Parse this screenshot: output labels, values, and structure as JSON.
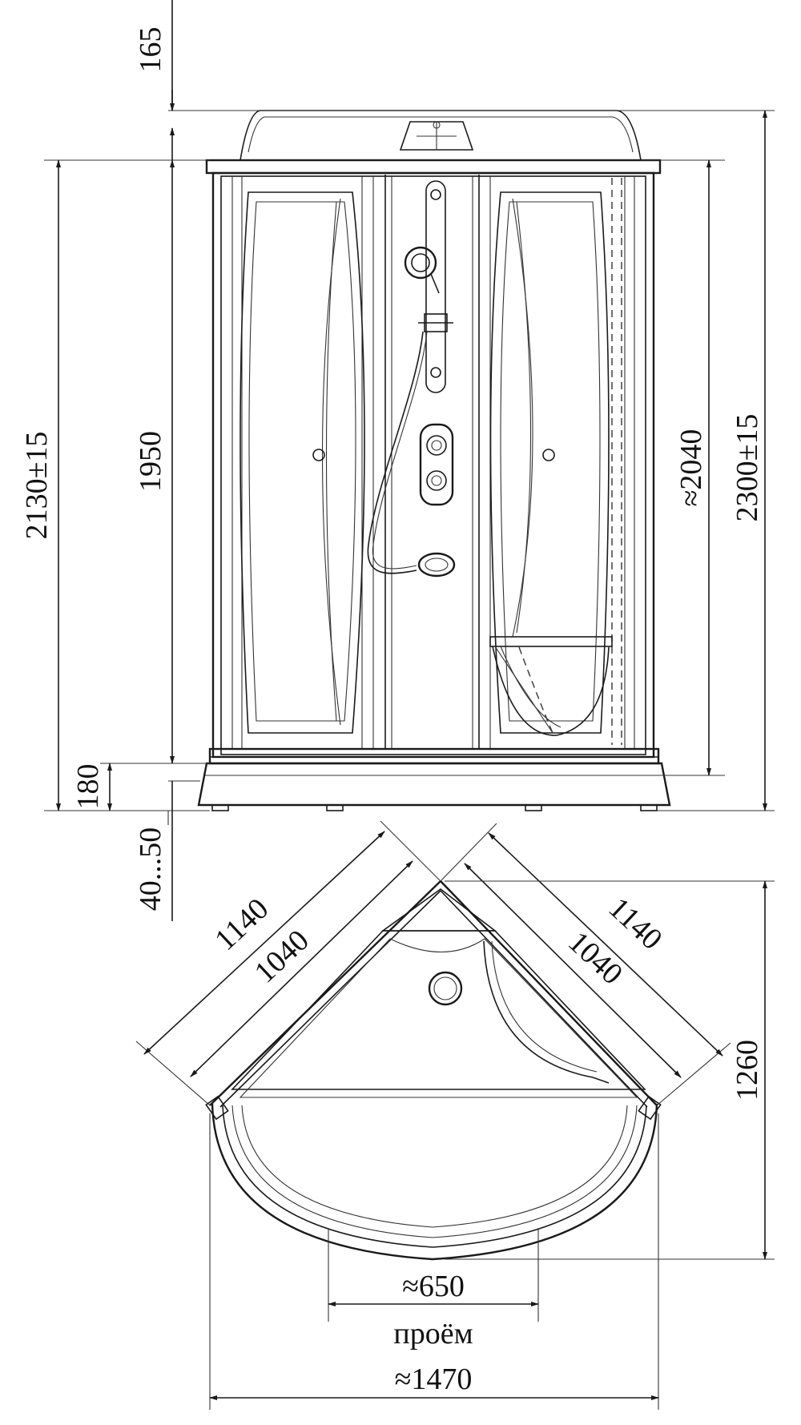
{
  "dimensions": {
    "top_clearance": "165",
    "total_height_left": "2130±15",
    "cabin_height": "1950",
    "tray_height": "180",
    "leg_adjust": "40...50",
    "wall_height": "≈2040",
    "total_height_right": "2300±15",
    "side_outer_left": "1140",
    "side_inner_left": "1040",
    "side_outer_right": "1140",
    "side_inner_right": "1040",
    "depth": "1260",
    "door_opening": "≈650",
    "door_opening_label": "проём",
    "total_width": "≈1470"
  },
  "colors": {
    "line": "#1a1a1a",
    "background": "#ffffff"
  }
}
